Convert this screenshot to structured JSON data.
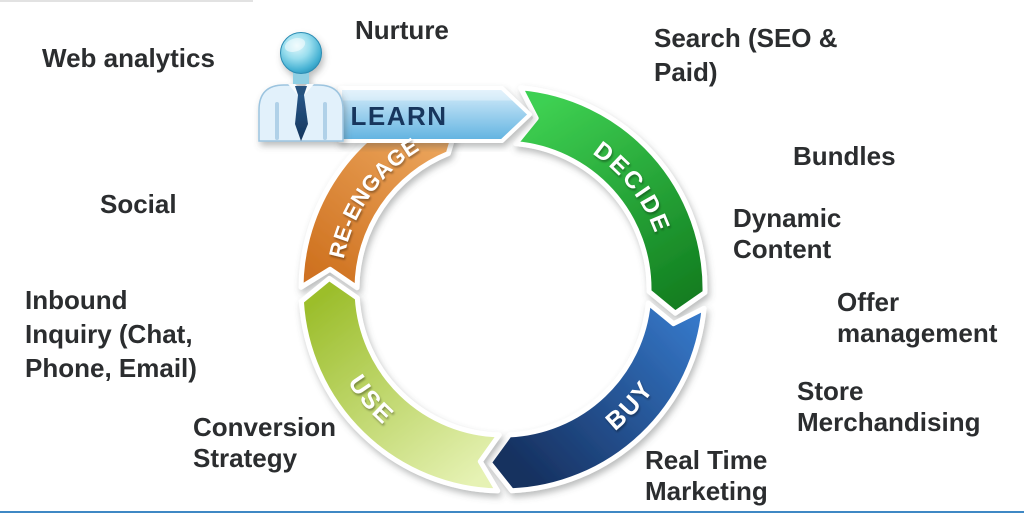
{
  "diagram_title": "customer-lifecycle-loop",
  "ring": {
    "segments": [
      {
        "id": "learn",
        "label": "LEARN",
        "text_color": "#17365d",
        "color_light": "#daeefb",
        "color_dark": "#5fb2e0"
      },
      {
        "id": "decide",
        "label": "DECIDE",
        "text_color": "#ffffff",
        "color_light": "#3ed052",
        "color_dark": "#107a1e"
      },
      {
        "id": "buy",
        "label": "BUY",
        "text_color": "#ffffff",
        "color_light": "#3578c9",
        "color_dark": "#16305f"
      },
      {
        "id": "use",
        "label": "USE",
        "text_color": "#ffffff",
        "color_light": "#9cbe2c",
        "color_dark": "#e6f2b4"
      },
      {
        "id": "reengage",
        "label": "RE-ENGAGE",
        "text_color": "#ffffff",
        "color_light": "#eeaa62",
        "color_dark": "#cf7220"
      }
    ]
  },
  "labels": {
    "web_analytics": {
      "lines": [
        "Web analytics"
      ]
    },
    "nurture": {
      "lines": [
        "Nurture"
      ]
    },
    "search": {
      "lines": [
        "Search (SEO &",
        "Paid)"
      ]
    },
    "bundles": {
      "lines": [
        "Bundles"
      ]
    },
    "dynamic_content": {
      "lines": [
        "Dynamic",
        "Content"
      ]
    },
    "offer_management": {
      "lines": [
        "Offer",
        "management"
      ]
    },
    "store_merchandising": {
      "lines": [
        "Store",
        "Merchandising"
      ]
    },
    "real_time_marketing": {
      "lines": [
        "Real Time",
        "Marketing"
      ]
    },
    "conversion_strategy": {
      "lines": [
        "Conversion",
        "Strategy"
      ]
    },
    "inbound_inquiry": {
      "lines": [
        "Inbound",
        "Inquiry (Chat,",
        "Phone, Email)"
      ]
    },
    "social": {
      "lines": [
        "Social"
      ]
    }
  },
  "colors": {
    "label_text": "#2b2d2f",
    "divider_blue": "#3f88c4",
    "person_head": "#3aa8cc",
    "person_shirt": "#e2f1fb",
    "person_tie": "#1d4775"
  }
}
